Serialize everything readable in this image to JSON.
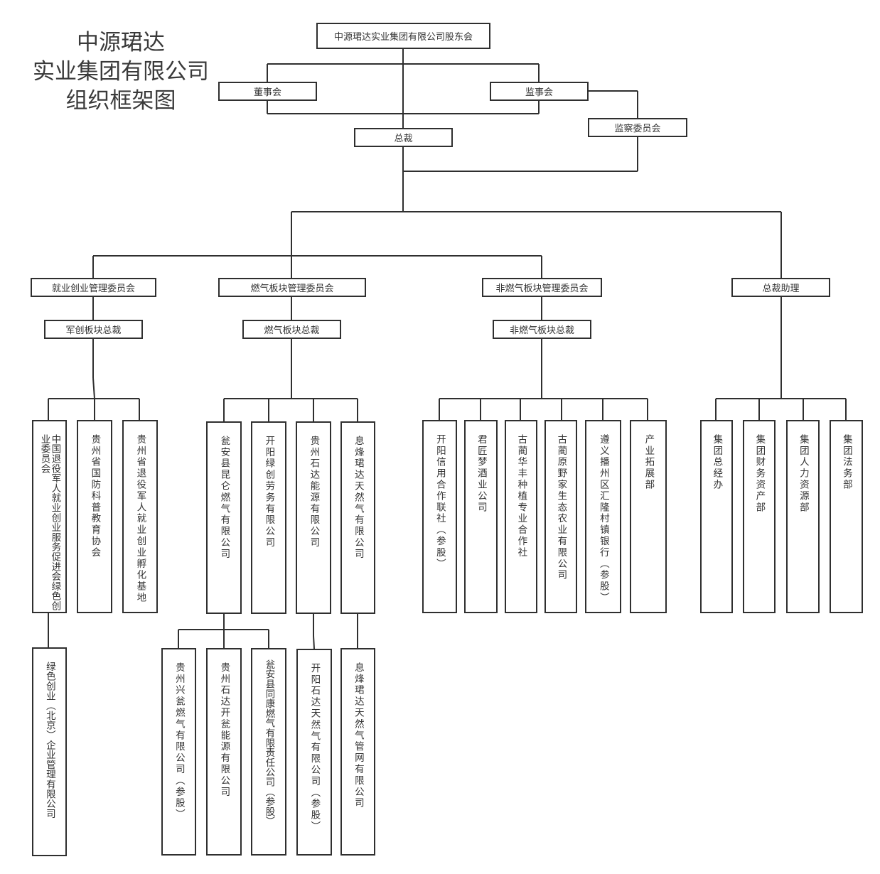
{
  "title": {
    "line1": "中源珺达",
    "line2": "实业集团有限公司",
    "line3": "组织框架图"
  },
  "colors": {
    "line": "#2f2f2f",
    "text": "#333333",
    "background": "#ffffff"
  },
  "top": {
    "shareholders": "中源珺达实业集团有限公司股东会",
    "board": "董事会",
    "supervisory_board": "监事会",
    "supervision_committee": "监察委员会",
    "president": "总裁"
  },
  "committees": {
    "employment": "就业创业管理委员会",
    "gas": "燃气板块管理委员会",
    "non_gas": "非燃气板块管理委员会",
    "assistant": "总裁助理"
  },
  "presidents": {
    "military": "军创板块总裁",
    "gas": "燃气板块总裁",
    "non_gas": "非燃气板块总裁"
  },
  "employment_units": [
    "中国退役军人就业创业服务促进会绿色创业委员会",
    "贵州省国防科普教育协会",
    "贵州省退役军人就业创业孵化基地"
  ],
  "employment_sub": "绿色创业（北京）企业管理有限公司",
  "gas_units": [
    "瓮安县昆仑燃气有限公司",
    "开阳绿创劳务有限公司",
    "贵州石达能源有限公司",
    "息烽珺达天然气有限公司"
  ],
  "gas_sub_kunlun": [
    "贵州兴瓮燃气有限公司（参股）",
    "贵州石达开瓮能源有限公司",
    "瓮安县同康燃气有限责任公司（参股）"
  ],
  "gas_sub_shida": "开阳石达天然气有限公司（参股）",
  "gas_sub_xifeng": "息烽珺达天然气管网有限公司",
  "non_gas_units": [
    "开阳信用合作联社（参股）",
    "君匠梦酒业公司",
    "古蔺华丰种植专业合作社",
    "古蔺原野家生态农业有限公司",
    "遵义播州区汇隆村镇银行（参股）",
    "产业拓展部"
  ],
  "assistant_units": [
    "集团总经办",
    "集团财务资产部",
    "集团人力资源部",
    "集团法务部"
  ]
}
